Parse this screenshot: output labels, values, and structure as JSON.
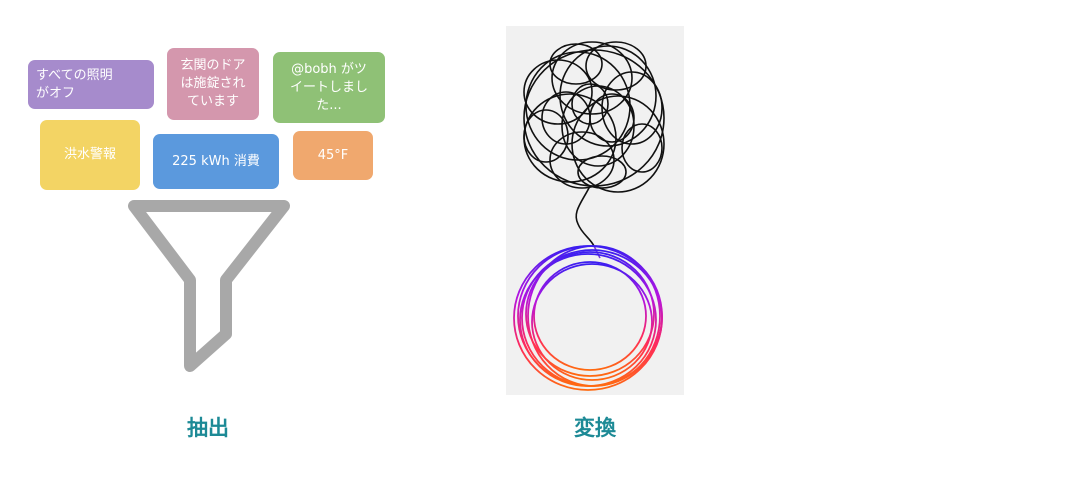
{
  "tiles": [
    {
      "id": "lights",
      "text": "すべての照明\nがオフ",
      "color": "#a68bcc"
    },
    {
      "id": "door",
      "text": "玄関のドア\nは施錠され\nています",
      "color": "#d497ad"
    },
    {
      "id": "tweet",
      "text": "@bobh がツ\nイートしまし\nた...",
      "color": "#8fc176"
    },
    {
      "id": "flood",
      "text": "洪水警報",
      "color": "#f3d464"
    },
    {
      "id": "energy",
      "text": "225 kWh 消費",
      "color": "#5b99dd"
    },
    {
      "id": "temp",
      "text": "45°F",
      "color": "#f0a86e"
    }
  ],
  "funnel": {
    "icon": "funnel-icon",
    "color": "#a8a8a8"
  },
  "tangle": {
    "icon": "tangled-to-ordered-loops-icon",
    "tangle_color": "#111111",
    "ring_colors": [
      "#3b1ef0",
      "#b414e0",
      "#ff2a5a",
      "#ff6a10"
    ]
  },
  "captions": {
    "extract": "抽出",
    "transform": "変換"
  }
}
